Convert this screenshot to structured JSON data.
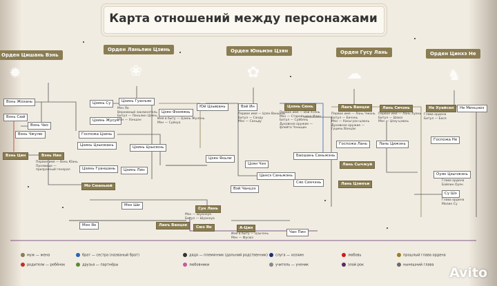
{
  "title": "Карта отношений между персонажами",
  "orders": [
    {
      "id": "o1",
      "label": "Орден Цишань Вэнь",
      "color": "#c0302a",
      "icon": "sun-emblem"
    },
    {
      "id": "o2",
      "label": "Орден Ланьлин Цзинь",
      "color": "#d79a1d",
      "icon": "peony-emblem"
    },
    {
      "id": "o3",
      "label": "Орден Юньмэн Цзян",
      "color": "#5a44a8",
      "icon": "lotus-emblem"
    },
    {
      "id": "o4",
      "label": "Орден Гусу Лань",
      "color": "#2a63b4",
      "icon": "cloud-emblem"
    },
    {
      "id": "o5",
      "label": "Орден Цинхэ Не",
      "color": "#222222",
      "icon": "beast-emblem"
    }
  ],
  "nodes": [
    {
      "id": "n1",
      "label": "Вэнь Жохань",
      "gold": false
    },
    {
      "id": "n2",
      "label": "Вэнь Сюй",
      "gold": false
    },
    {
      "id": "n3",
      "label": "Вэнь Чао",
      "gold": false
    },
    {
      "id": "n4",
      "label": "Вэнь Чжулю",
      "gold": false
    },
    {
      "id": "n5",
      "label": "Вэнь Цин",
      "gold": true
    },
    {
      "id": "n6",
      "label": "Вэнь Нин",
      "gold": true
    },
    {
      "id": "n7",
      "label": "Цзинь Су",
      "gold": false
    },
    {
      "id": "n8",
      "label": "Цзинь Жусун",
      "gold": false
    },
    {
      "id": "n9",
      "label": "Госпожа Цзинь",
      "gold": false
    },
    {
      "id": "n10",
      "label": "Цзинь Цзысюань",
      "gold": false
    },
    {
      "id": "n11",
      "label": "Цзинь Гуанъяо",
      "gold": false
    },
    {
      "id": "n12",
      "label": "Мо Сюаньюй",
      "gold": true
    },
    {
      "id": "n13",
      "label": "Цзинь Гуаншань",
      "gold": false
    },
    {
      "id": "n14",
      "label": "Цзинь Цзысюнь",
      "gold": false
    },
    {
      "id": "n15",
      "label": "Цзинь Лин",
      "gold": false
    },
    {
      "id": "n16",
      "label": "Мэн Ши",
      "gold": false
    },
    {
      "id": "n17",
      "label": "Цзян Фэнмянь",
      "gold": false
    },
    {
      "id": "n18",
      "label": "Юй Цзыюань",
      "gold": false
    },
    {
      "id": "n19",
      "label": "Цзян Яньли",
      "gold": false
    },
    {
      "id": "n20",
      "label": "Цзян Чэн",
      "gold": false
    },
    {
      "id": "n21",
      "label": "Вэй Ин",
      "gold": true
    },
    {
      "id": "n22",
      "label": "Цзянь Сюнь",
      "gold": false
    },
    {
      "id": "n23",
      "label": "Вэй Чанцзэ",
      "gold": false
    },
    {
      "id": "n24",
      "label": "Цансэ Саньжэнь",
      "gold": false
    },
    {
      "id": "n25",
      "label": "Баошань Саньжэнь",
      "gold": false
    },
    {
      "id": "n26",
      "label": "Сяо Синчэнь",
      "gold": true
    },
    {
      "id": "n27",
      "label": "Сун Лань",
      "gold": true
    },
    {
      "id": "n28",
      "label": "А-Цин",
      "gold": true
    },
    {
      "id": "n29",
      "label": "Ланъ Ванцзи",
      "gold": true
    },
    {
      "id": "n30",
      "label": "Лань Сичэнь",
      "gold": true
    },
    {
      "id": "n31",
      "label": "Лань Цижэнь",
      "gold": false
    },
    {
      "id": "n32",
      "label": "Госпожа Лань",
      "gold": false
    },
    {
      "id": "n33",
      "label": "Лань Сычжуй",
      "gold": true
    },
    {
      "id": "n34",
      "label": "Лань Цзинъи",
      "gold": true
    },
    {
      "id": "n35",
      "label": "Не Хуайсан",
      "gold": true
    },
    {
      "id": "n36",
      "label": "Не Минцзюэ",
      "gold": false
    },
    {
      "id": "n37",
      "label": "Госпожа Не",
      "gold": false
    },
    {
      "id": "n38",
      "label": "Оуян Цзычжэнь",
      "gold": false
    },
    {
      "id": "n39",
      "label": "Су Шэ",
      "gold": false
    },
    {
      "id": "n40",
      "label": "Сюэ Ян",
      "gold": true
    },
    {
      "id": "n41",
      "label": "Чан Пин",
      "gold": false
    },
    {
      "id": "n42",
      "label": "Мэн Яо",
      "gold": false
    }
  ],
  "notes": [
    {
      "id": "t1",
      "text": "Мэн Яо\nВерховный заклинатель\nБитул — Ланьлин Цзинь\nМэн — Хэншэн"
    },
    {
      "id": "t2",
      "text": "Имя в быту — Цзинь Жулань\nМэн — Суйхуа"
    },
    {
      "id": "t3",
      "text": "Первое имя — Цзян Ваньинь\nБитул — Санду\nМэн — Саньду"
    },
    {
      "id": "t4",
      "text": "Первое имя — Вэй Усянь\nМэн — Старейшина Илин\nБитул — Суйбянь\nДуховное оружие —\nфлейта Чэньцин"
    },
    {
      "id": "t5",
      "text": "Первое имя — Лань Чжань\nБитул — Бичэнь\nМэн — Ханьгуан-цзюнь\nДуховное оружие —\nгуцинь Ванцзи"
    },
    {
      "id": "t6",
      "text": "Первое имя — Лань Хуань\nБитул — Шоюэ\nМэн — Цзэу-цзюнь"
    },
    {
      "id": "t7",
      "text": "Глава ордена\nБитул — Бася"
    },
    {
      "id": "t8",
      "text": "Первое имя — Вэнь Юань\nПрозвище —\nпризрачный генерал"
    },
    {
      "id": "t9",
      "text": "Мэн — Шуанхуа\nБитул — Шуанхуа"
    },
    {
      "id": "t10",
      "text": "Имя в быту — Цзычэнь\nМэн — Фусюэ"
    },
    {
      "id": "t11",
      "text": "Глава ордена\nБайлин Оуян"
    },
    {
      "id": "t12",
      "text": "Глава ордена\nМолин Су"
    }
  ],
  "legend": [
    {
      "label": "муж — жена",
      "color": "#8a7d52"
    },
    {
      "label": "родители — ребёнок",
      "color": "#c0302a"
    },
    {
      "label": "брат — сестра (названый брат)",
      "color": "#2a63b4"
    },
    {
      "label": "друзья — партнёры",
      "color": "#5a8a3a"
    },
    {
      "label": "дядя — племянник (дальний родственник)",
      "color": "#333333"
    },
    {
      "label": "любовники",
      "color": "#c85a9a"
    },
    {
      "label": "слуга — хозяин",
      "color": "#1a2f7a"
    },
    {
      "label": "учитель — ученик",
      "color": "#888888"
    },
    {
      "label": "любовь",
      "color": "#d01818"
    },
    {
      "label": "злой рок",
      "color": "#5a2a6a"
    },
    {
      "label": "прошлый глава ордена",
      "color": "#a07a20"
    },
    {
      "label": "нынешний глава",
      "color": "#6a6a6a"
    }
  ],
  "watermark": "Avito"
}
